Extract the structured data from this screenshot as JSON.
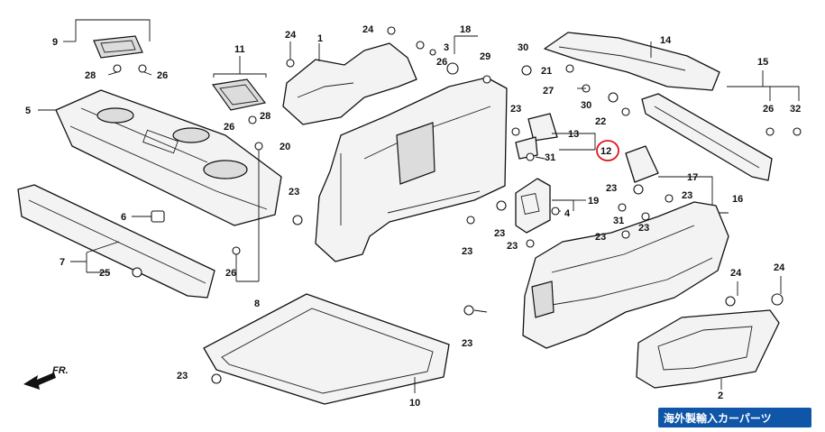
{
  "diagram": {
    "callouts": [
      {
        "id": "c9",
        "text": "9"
      },
      {
        "id": "c28a",
        "text": "28"
      },
      {
        "id": "c26a",
        "text": "26"
      },
      {
        "id": "c5",
        "text": "5"
      },
      {
        "id": "c6",
        "text": "6"
      },
      {
        "id": "c7",
        "text": "7"
      },
      {
        "id": "c25",
        "text": "25"
      },
      {
        "id": "c11",
        "text": "11"
      },
      {
        "id": "c26b",
        "text": "26"
      },
      {
        "id": "c28b",
        "text": "28"
      },
      {
        "id": "c20",
        "text": "20"
      },
      {
        "id": "c26c",
        "text": "26"
      },
      {
        "id": "c8",
        "text": "8"
      },
      {
        "id": "c24a",
        "text": "24"
      },
      {
        "id": "c1",
        "text": "1"
      },
      {
        "id": "c24b",
        "text": "24"
      },
      {
        "id": "c3",
        "text": "3"
      },
      {
        "id": "c26d",
        "text": "26"
      },
      {
        "id": "c18",
        "text": "18"
      },
      {
        "id": "c29",
        "text": "29"
      },
      {
        "id": "c23a",
        "text": "23"
      },
      {
        "id": "c23b",
        "text": "23"
      },
      {
        "id": "c23c",
        "text": "23"
      },
      {
        "id": "c13",
        "text": "13"
      },
      {
        "id": "c12",
        "text": "12"
      },
      {
        "id": "c31a",
        "text": "31"
      },
      {
        "id": "c4",
        "text": "4"
      },
      {
        "id": "c19",
        "text": "19"
      },
      {
        "id": "c23d",
        "text": "23"
      },
      {
        "id": "c23e",
        "text": "23"
      },
      {
        "id": "c23f",
        "text": "23"
      },
      {
        "id": "c23g",
        "text": "23"
      },
      {
        "id": "c30a",
        "text": "30"
      },
      {
        "id": "c21",
        "text": "21"
      },
      {
        "id": "c27",
        "text": "27"
      },
      {
        "id": "c30b",
        "text": "30"
      },
      {
        "id": "c22",
        "text": "22"
      },
      {
        "id": "c14",
        "text": "14"
      },
      {
        "id": "c15",
        "text": "15"
      },
      {
        "id": "c26e",
        "text": "26"
      },
      {
        "id": "c32",
        "text": "32"
      },
      {
        "id": "c17",
        "text": "17"
      },
      {
        "id": "c16",
        "text": "16"
      },
      {
        "id": "c23h",
        "text": "23"
      },
      {
        "id": "c31b",
        "text": "31"
      },
      {
        "id": "c23i",
        "text": "23"
      },
      {
        "id": "c23j",
        "text": "23"
      },
      {
        "id": "c23k",
        "text": "23"
      },
      {
        "id": "c24c",
        "text": "24"
      },
      {
        "id": "c24d",
        "text": "24"
      },
      {
        "id": "c10",
        "text": "10"
      },
      {
        "id": "c2",
        "text": "2"
      }
    ],
    "highlighted_callout": "12",
    "direction_label": "FR.",
    "watermark": "海外製輸入カーパーツ",
    "colors": {
      "line": "#111111",
      "highlight": "#e0141e",
      "badge": "#0f56a8",
      "badge_text": "#ffffff"
    }
  }
}
